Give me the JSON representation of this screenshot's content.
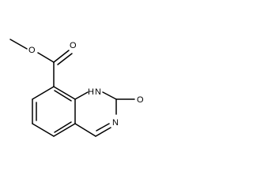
{
  "labels": {
    "ester_o": "O",
    "carbonyl_o": "O",
    "nh": "H",
    "n1": "N",
    "oxo_o": "O",
    "n3": "N"
  }
}
